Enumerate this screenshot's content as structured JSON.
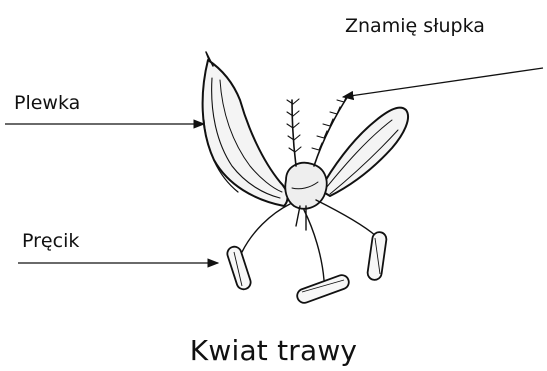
{
  "diagram": {
    "caption": "Kwiat trawy",
    "labels": {
      "stigma": "Znamię słupka",
      "palea": "Plewka",
      "stamen": "Pręcik"
    }
  },
  "colors": {
    "ink": "#111111",
    "background": "#ffffff"
  }
}
